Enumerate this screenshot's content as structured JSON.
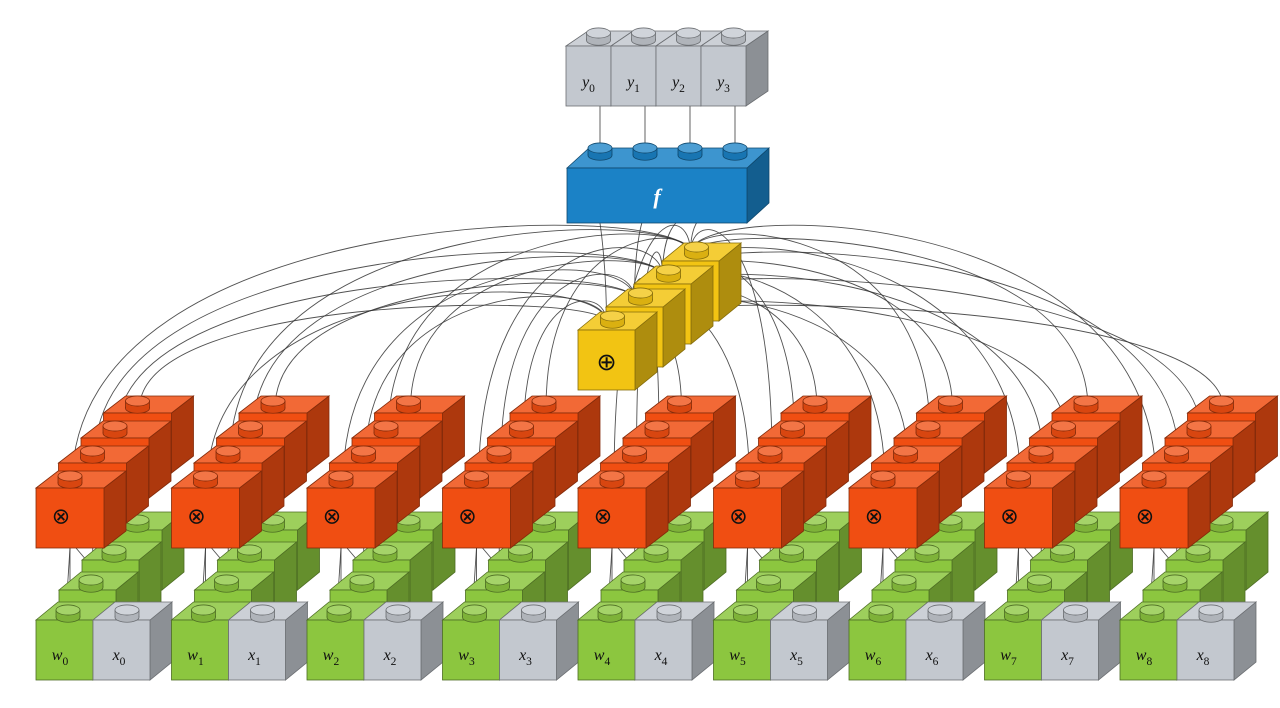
{
  "outputs": [
    {
      "var": "y",
      "sub": "0"
    },
    {
      "var": "y",
      "sub": "1"
    },
    {
      "var": "y",
      "sub": "2"
    },
    {
      "var": "y",
      "sub": "3"
    }
  ],
  "activation": {
    "label": "f"
  },
  "sum": {
    "symbol": "⊕"
  },
  "products": [
    {
      "symbol": "⊗",
      "w": {
        "var": "w",
        "sub": "0"
      },
      "x": {
        "var": "x",
        "sub": "0"
      }
    },
    {
      "symbol": "⊗",
      "w": {
        "var": "w",
        "sub": "1"
      },
      "x": {
        "var": "x",
        "sub": "1"
      }
    },
    {
      "symbol": "⊗",
      "w": {
        "var": "w",
        "sub": "2"
      },
      "x": {
        "var": "x",
        "sub": "2"
      }
    },
    {
      "symbol": "⊗",
      "w": {
        "var": "w",
        "sub": "3"
      },
      "x": {
        "var": "x",
        "sub": "3"
      }
    },
    {
      "symbol": "⊗",
      "w": {
        "var": "w",
        "sub": "4"
      },
      "x": {
        "var": "x",
        "sub": "4"
      }
    },
    {
      "symbol": "⊗",
      "w": {
        "var": "w",
        "sub": "5"
      },
      "x": {
        "var": "x",
        "sub": "5"
      }
    },
    {
      "symbol": "⊗",
      "w": {
        "var": "w",
        "sub": "6"
      },
      "x": {
        "var": "x",
        "sub": "6"
      }
    },
    {
      "symbol": "⊗",
      "w": {
        "var": "w",
        "sub": "7"
      },
      "x": {
        "var": "x",
        "sub": "7"
      }
    },
    {
      "symbol": "⊗",
      "w": {
        "var": "w",
        "sub": "8"
      },
      "x": {
        "var": "x",
        "sub": "8"
      }
    }
  ],
  "colors": {
    "output_block": "#c3c8cf",
    "activation_block": "#1b82c6",
    "sum_block": "#f2c413",
    "product_block": "#f04e12",
    "weight_block": "#8cc63f",
    "input_block": "#c3c8cf",
    "wire": "#333333"
  }
}
